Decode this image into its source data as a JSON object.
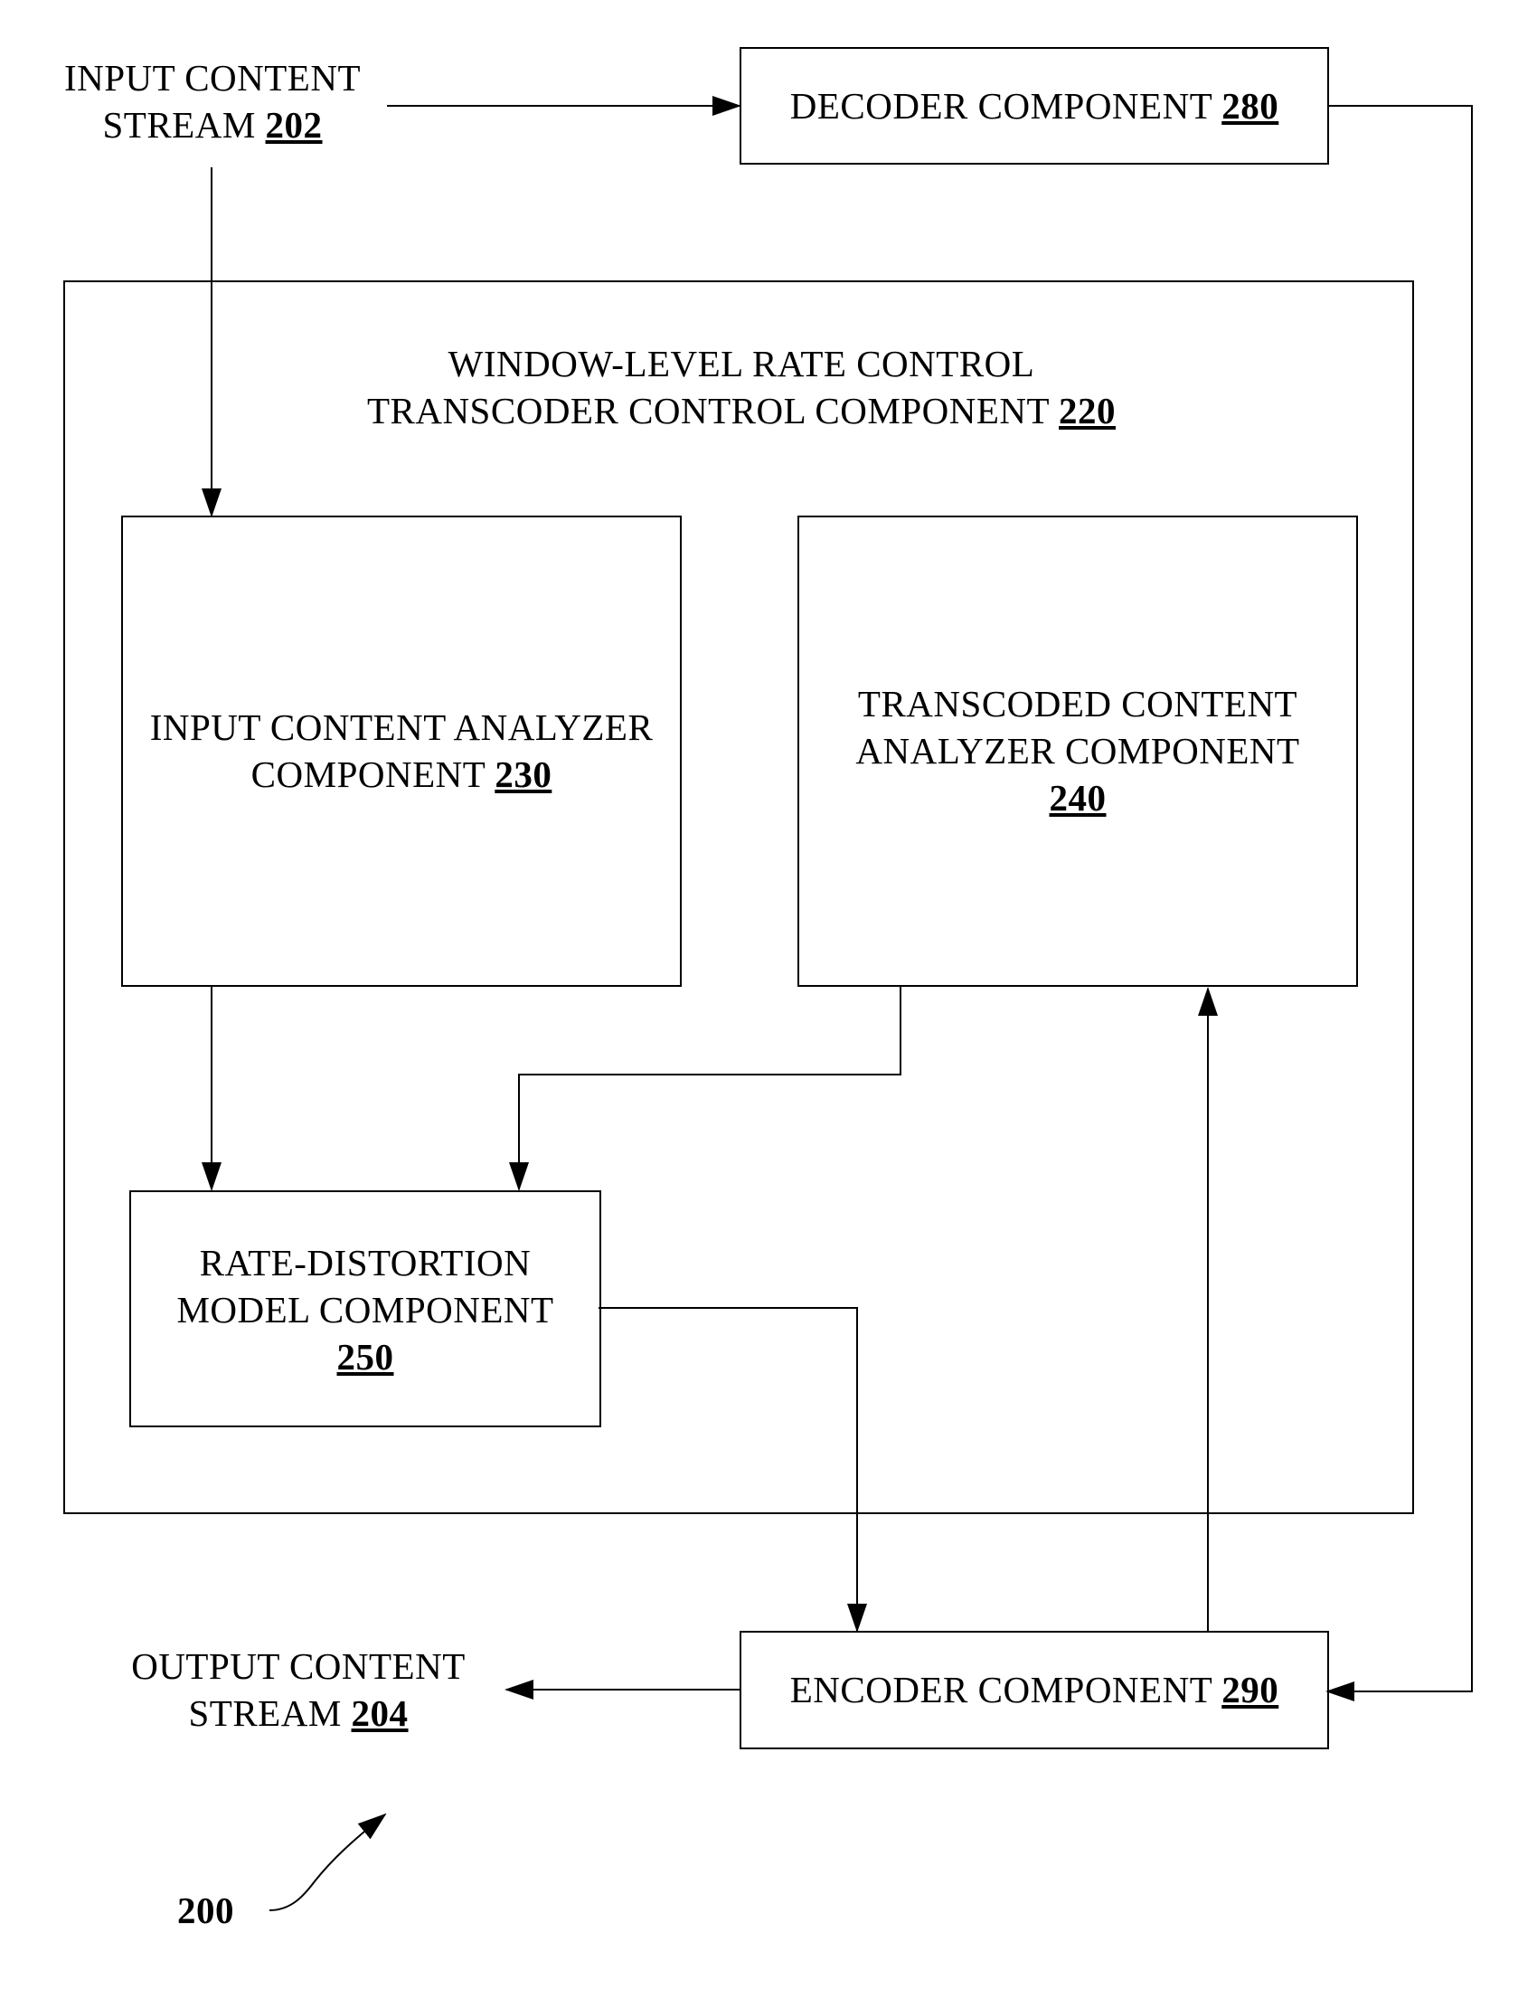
{
  "input_stream": {
    "line1": "INPUT CONTENT",
    "line2": "STREAM",
    "ref": "202"
  },
  "decoder": {
    "label": "DECODER COMPONENT",
    "ref": "280"
  },
  "control": {
    "line1": "WINDOW-LEVEL RATE CONTROL",
    "line2": "TRANSCODER CONTROL COMPONENT",
    "ref": "220"
  },
  "input_analyzer": {
    "line1": "INPUT CONTENT ANALYZER",
    "line2": "COMPONENT",
    "ref": "230"
  },
  "transcoded_analyzer": {
    "line1": "TRANSCODED CONTENT",
    "line2": "ANALYZER COMPONENT",
    "ref": "240"
  },
  "rd_model": {
    "line1": "RATE-DISTORTION",
    "line2": "MODEL COMPONENT",
    "ref": "250"
  },
  "encoder": {
    "label": "ENCODER COMPONENT",
    "ref": "290"
  },
  "output_stream": {
    "line1": "OUTPUT CONTENT",
    "line2": "STREAM",
    "ref": "204"
  },
  "figure_ref": "200"
}
